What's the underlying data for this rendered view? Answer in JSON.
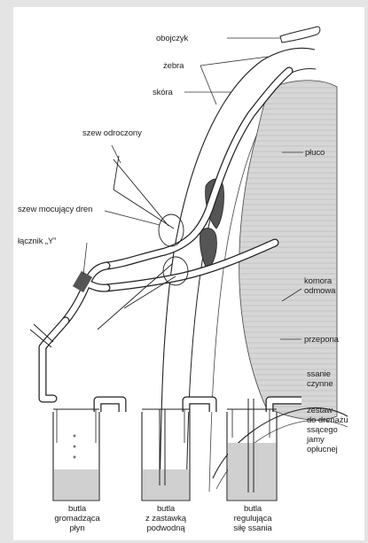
{
  "labels": {
    "obojczyk": "obojczyk",
    "zebra": "żebra",
    "skora": "skóra",
    "szew_odroczony": "szew odroczony",
    "pluco": "płuco",
    "szew_mocujacy": "szew mocujący dren",
    "lacznik": "łącznik „Y”",
    "komora": "komora\nodmowa",
    "przepona": "przepona",
    "ssanie": "ssanie\nczynne",
    "zestaw": "zestaw\ndo drenażu\nssącego\njamy\nopłucnej",
    "butla1": "butla\ngromadząca\npłyn",
    "butla2": "butla\nz zastawką\npodwodną",
    "butla3": "butla\nregulująca\nsiłę ssania"
  },
  "colors": {
    "background": "#e4e4e4",
    "panel": "#ffffff",
    "lung_fill": "#d9d9d9",
    "fluid_fill": "#d0d0d0",
    "line": "#222222"
  }
}
